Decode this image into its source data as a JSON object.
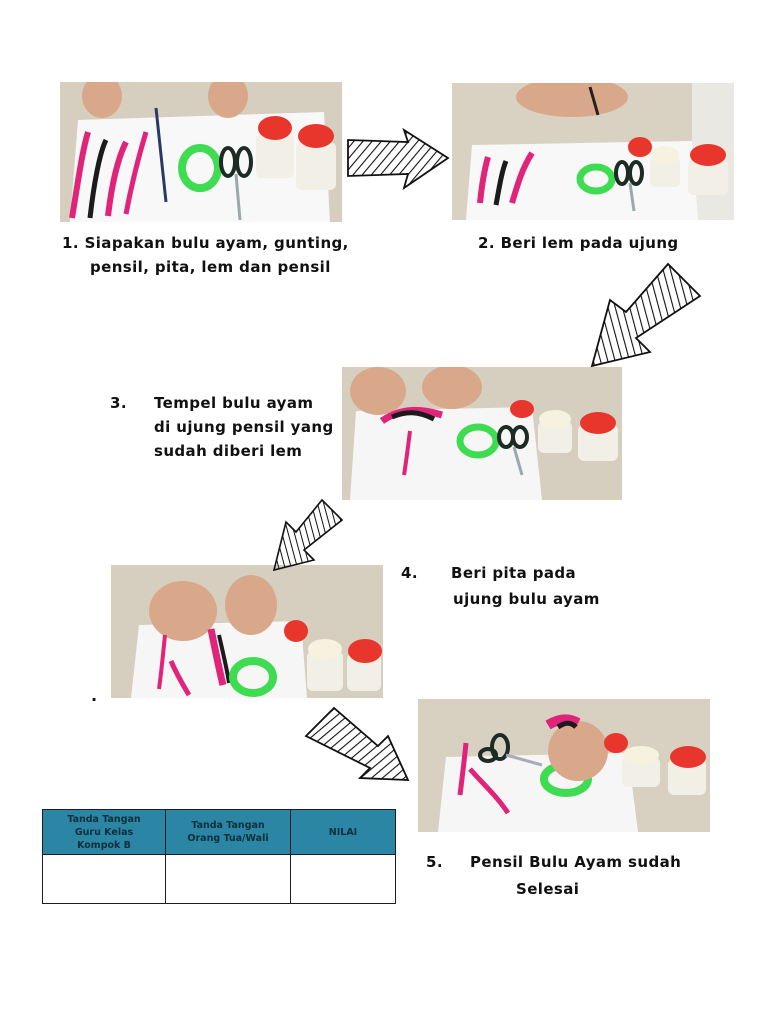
{
  "steps": [
    {
      "num": "1.",
      "lines": [
        "Siapakan bulu ayam, gunting,",
        "pensil, pita, lem dan pensil"
      ]
    },
    {
      "num": "2.",
      "lines": [
        "Beri lem pada ujung"
      ]
    },
    {
      "num": "3.",
      "lines": [
        "Tempel bulu ayam",
        "di ujung pensil yang",
        "sudah diberi lem"
      ]
    },
    {
      "num": "4.",
      "lines": [
        "Beri pita pada",
        "ujung bulu ayam"
      ]
    },
    {
      "num": "5.",
      "lines": [
        "Pensil Bulu Ayam sudah",
        "Selesai"
      ]
    }
  ],
  "stray_dot": ".",
  "table": {
    "headers": [
      [
        "Tanda Tangan",
        "Guru Kelas",
        "Kompok B"
      ],
      [
        "Tanda Tangan",
        "Orang Tua/Wali"
      ],
      [
        "NILAI"
      ]
    ]
  },
  "colors": {
    "feather": "#e0247a",
    "ribbon": "#3fdc52",
    "lid": "#e8362d",
    "table_header": "#2b86a6"
  }
}
